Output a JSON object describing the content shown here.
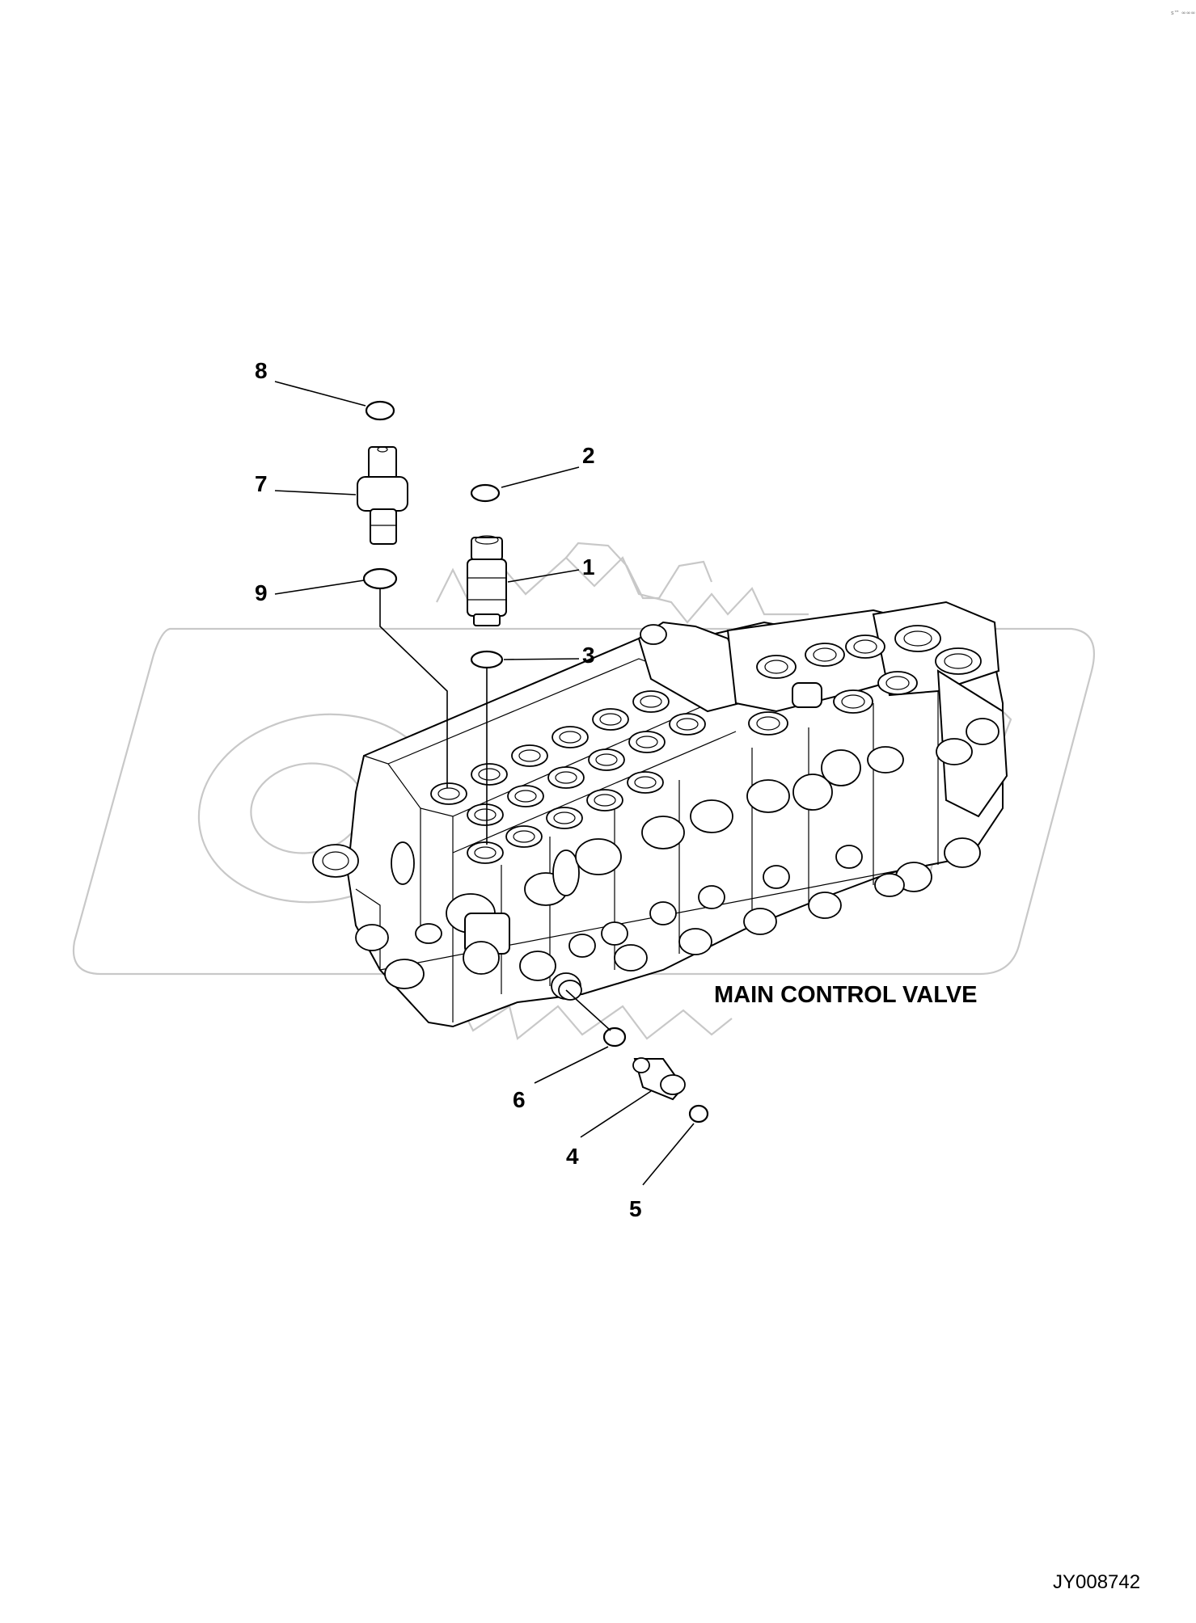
{
  "drawing": {
    "caption": "MAIN CONTROL VALVE",
    "document_id": "JY008742",
    "corner_mark": "s™ ∞∞∞",
    "callouts": [
      {
        "id": "1",
        "label": "1"
      },
      {
        "id": "2",
        "label": "2"
      },
      {
        "id": "3",
        "label": "3"
      },
      {
        "id": "4",
        "label": "4"
      },
      {
        "id": "5",
        "label": "5"
      },
      {
        "id": "6",
        "label": "6"
      },
      {
        "id": "7",
        "label": "7"
      },
      {
        "id": "8",
        "label": "8"
      },
      {
        "id": "9",
        "label": "9"
      }
    ]
  },
  "colors": {
    "line": "#000000",
    "watermark": "#c8c8c8",
    "background": "#ffffff"
  }
}
